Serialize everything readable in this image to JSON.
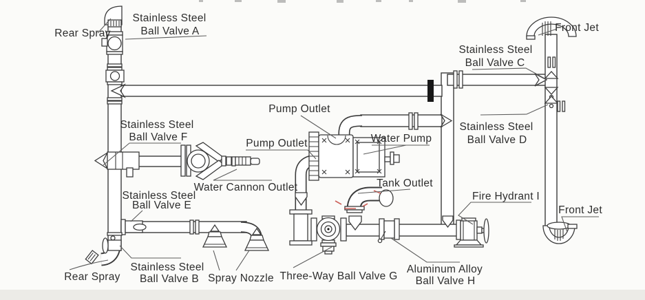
{
  "diagram": {
    "colors": {
      "line": "#3b3b3b",
      "text": "#2d2d2d",
      "leader": "#5c5c5c",
      "accent_red": "#c4473e",
      "background": "#fbfbf9"
    },
    "labels": {
      "rear_spray_top": "Rear Spray",
      "valve_a_line1": "Stainless Steel",
      "valve_a_line2": "Ball Valve A",
      "front_jet_top": "Front Jet",
      "valve_c_line1": "Stainless Steel",
      "valve_c_line2": "Ball Valve C",
      "valve_d_line1": "Stainless Steel",
      "valve_d_line2": "Ball Valve D",
      "pump_outlet_upper": "Pump Outlet",
      "pump_outlet_left": "Pump Outlet",
      "water_pump": "Water Pump",
      "valve_f_line1": "Stainless Steel",
      "valve_f_line2": "Ball Valve F",
      "water_cannon_outlet": "Water Cannon Outlet",
      "valve_e_line1": "Stainless Steel",
      "valve_e_line2": "Ball Valve E",
      "tank_outlet": "Tank Outlet",
      "fire_hydrant": "Fire Hydrant I",
      "front_jet_bottom": "Front Jet",
      "rear_spray_bottom": "Rear Spray",
      "valve_b_line1": "Stainless Steel",
      "valve_b_line2": "Ball Valve B",
      "spray_nozzle": "Spray Nozzle",
      "three_way_valve": "Three-Way Ball Valve G",
      "valve_h_line1": "Aluminum Alloy",
      "valve_h_line2": "Ball Valve H"
    }
  }
}
